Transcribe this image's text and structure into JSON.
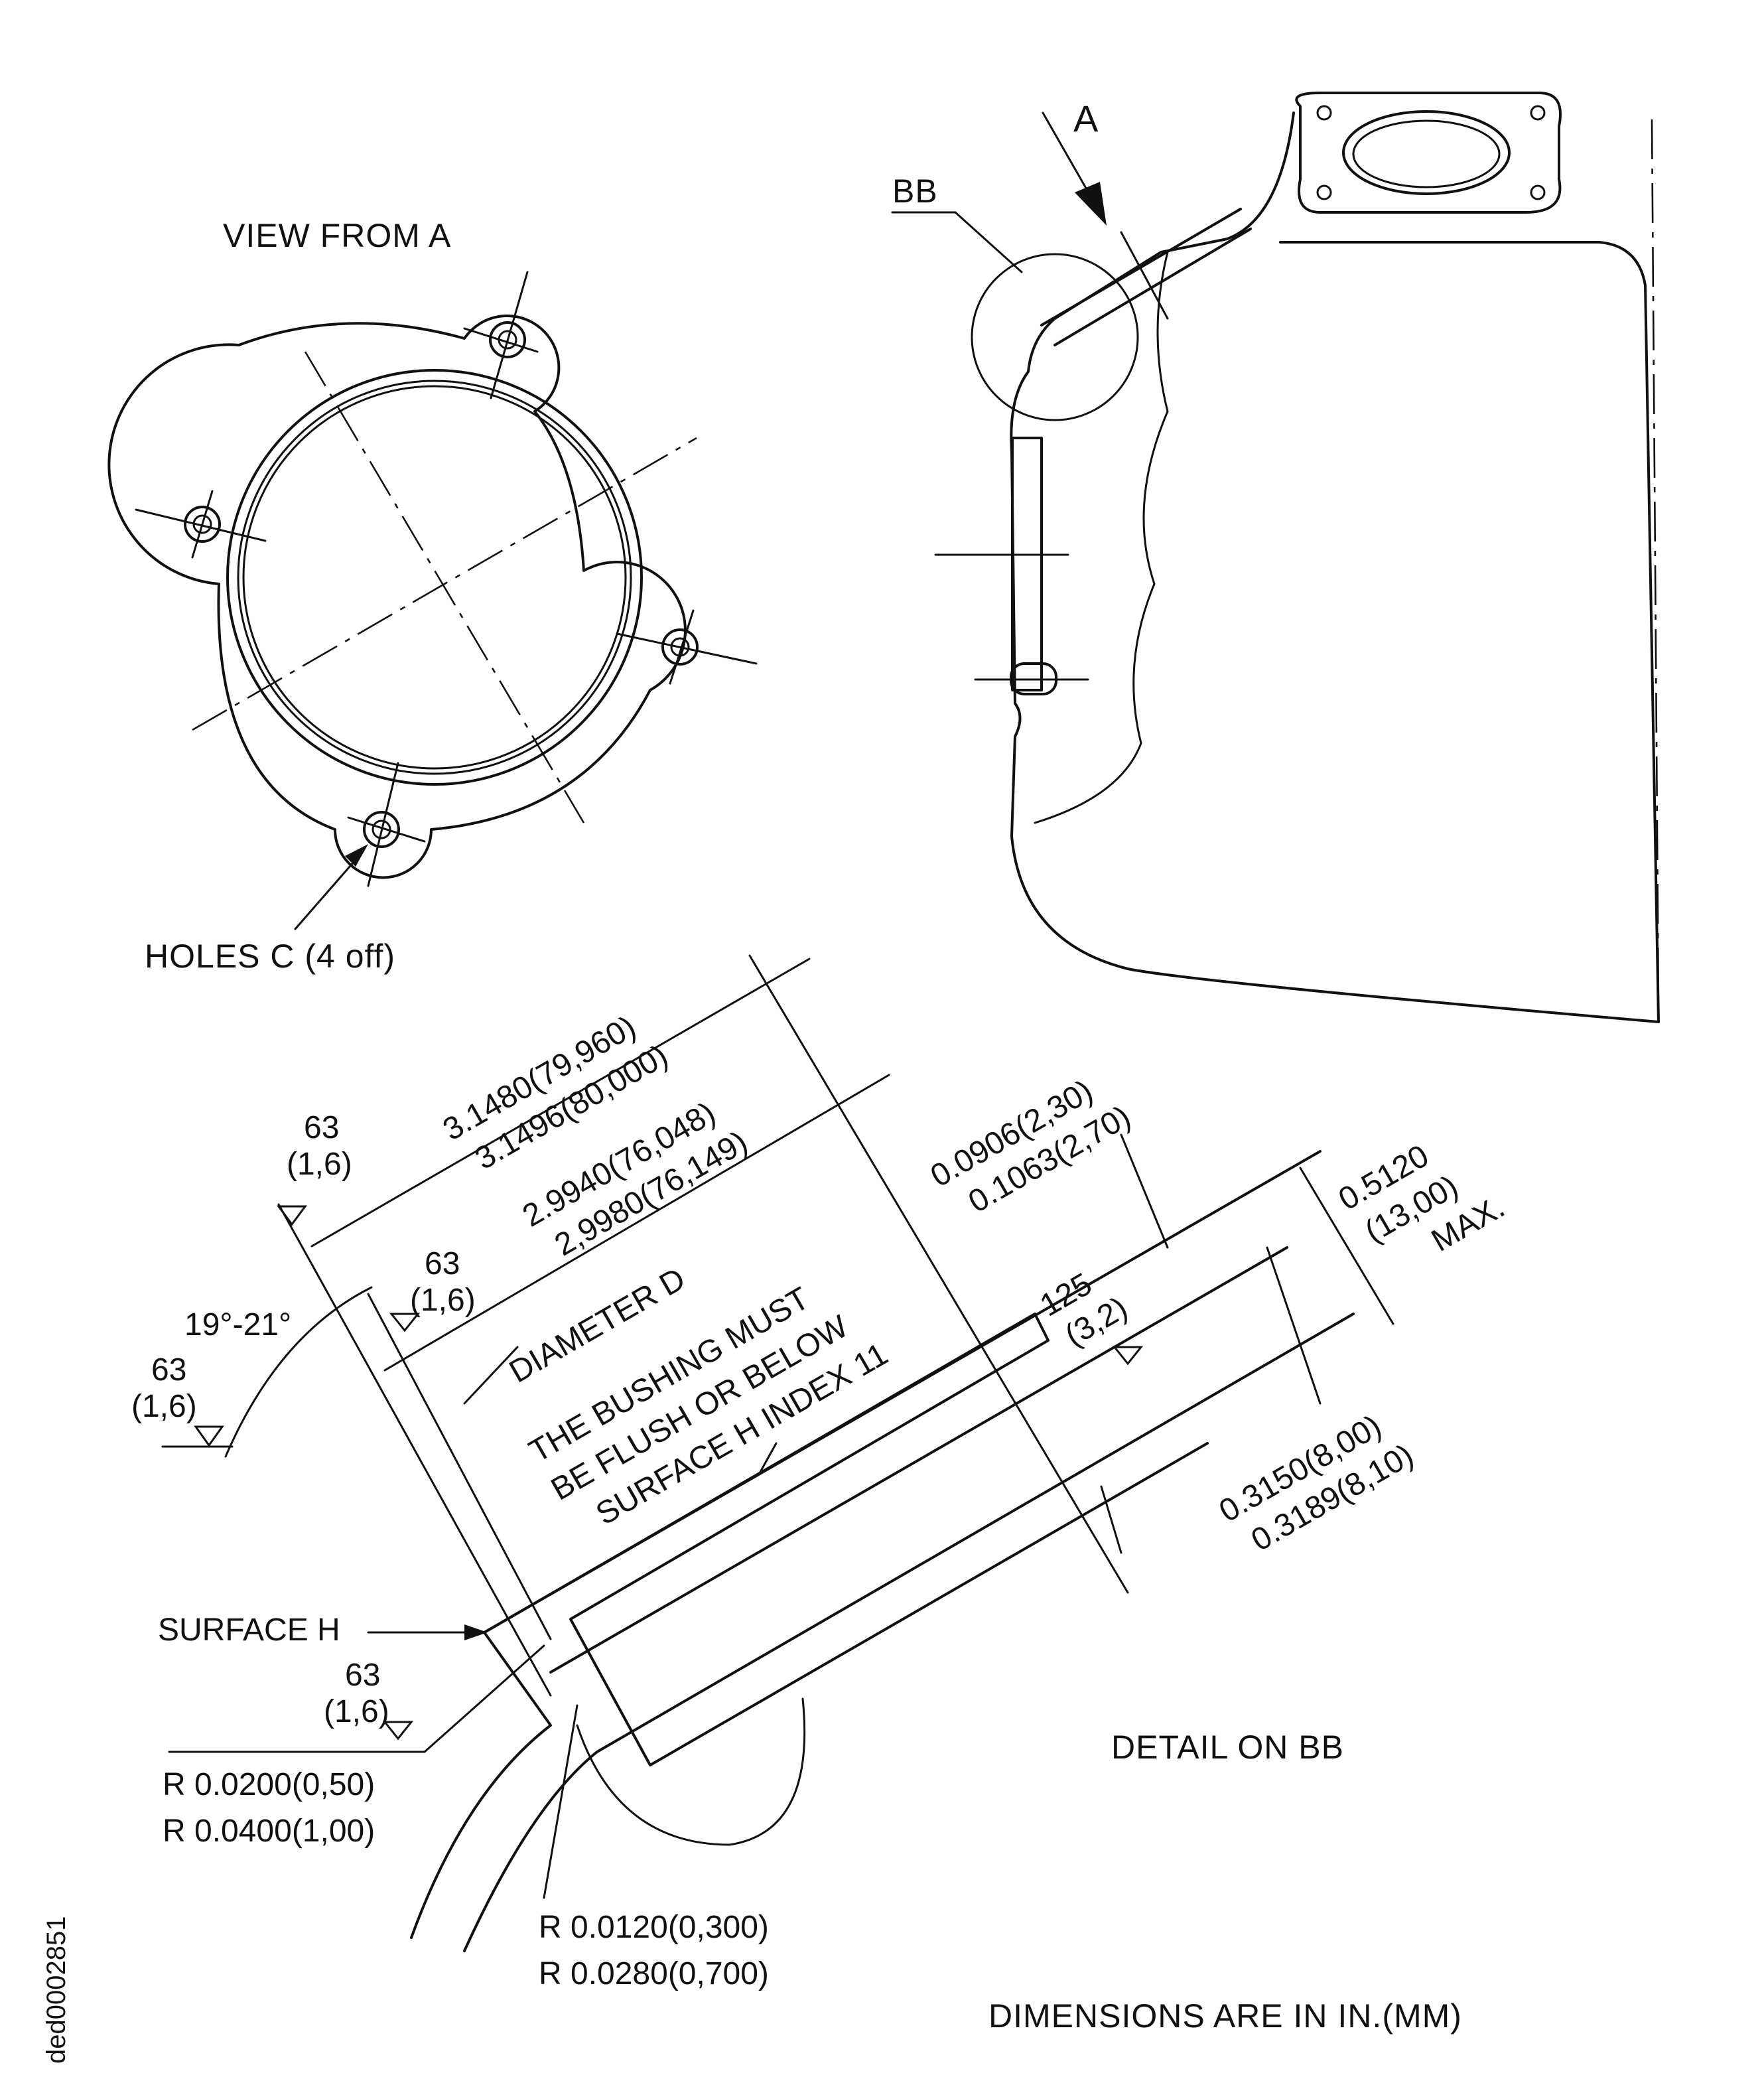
{
  "labels": {
    "view_from_a": "VIEW FROM A",
    "holes_c": "HOLES C (4 off)",
    "arrow_a": "A",
    "bb": "BB",
    "detail_on_bb": "DETAIL ON BB",
    "dimensions_note": "DIMENSIONS ARE IN IN.(MM)",
    "drawing_id": "ded0002851",
    "surface_h": "SURFACE H",
    "angle": "19°-21°"
  },
  "dimensions": {
    "outer_dia_1": "3.1480(79,960)",
    "outer_dia_2": "3.1496(80,000)",
    "inner_dia_1": "2.9940(76,048)",
    "inner_dia_2": "2,9980(76,149)",
    "step_1": "0.0906(2,30)",
    "step_2": "0.1063(2,70)",
    "depth_1": "0.5120",
    "depth_2": "(13,00)",
    "depth_3": "MAX.",
    "bore_1": "0.3150(8,00)",
    "bore_2": "0.3189(8,10)",
    "radius_a_1": "R 0.0200(0,50)",
    "radius_a_2": "R 0.0400(1,00)",
    "radius_b_1": "R 0.0120(0,300)",
    "radius_b_2": "R 0.0280(0,700)"
  },
  "notes": {
    "diameter_d": "DIAMETER D",
    "bushing_1": "THE BUSHING MUST",
    "bushing_2": "BE FLUSH OR BELOW",
    "bushing_3": "SURFACE H INDEX 11"
  },
  "finishes": {
    "f63": "63",
    "f63_mm": "(1,6)",
    "f125": "125",
    "f125_mm": "(3,2)"
  }
}
